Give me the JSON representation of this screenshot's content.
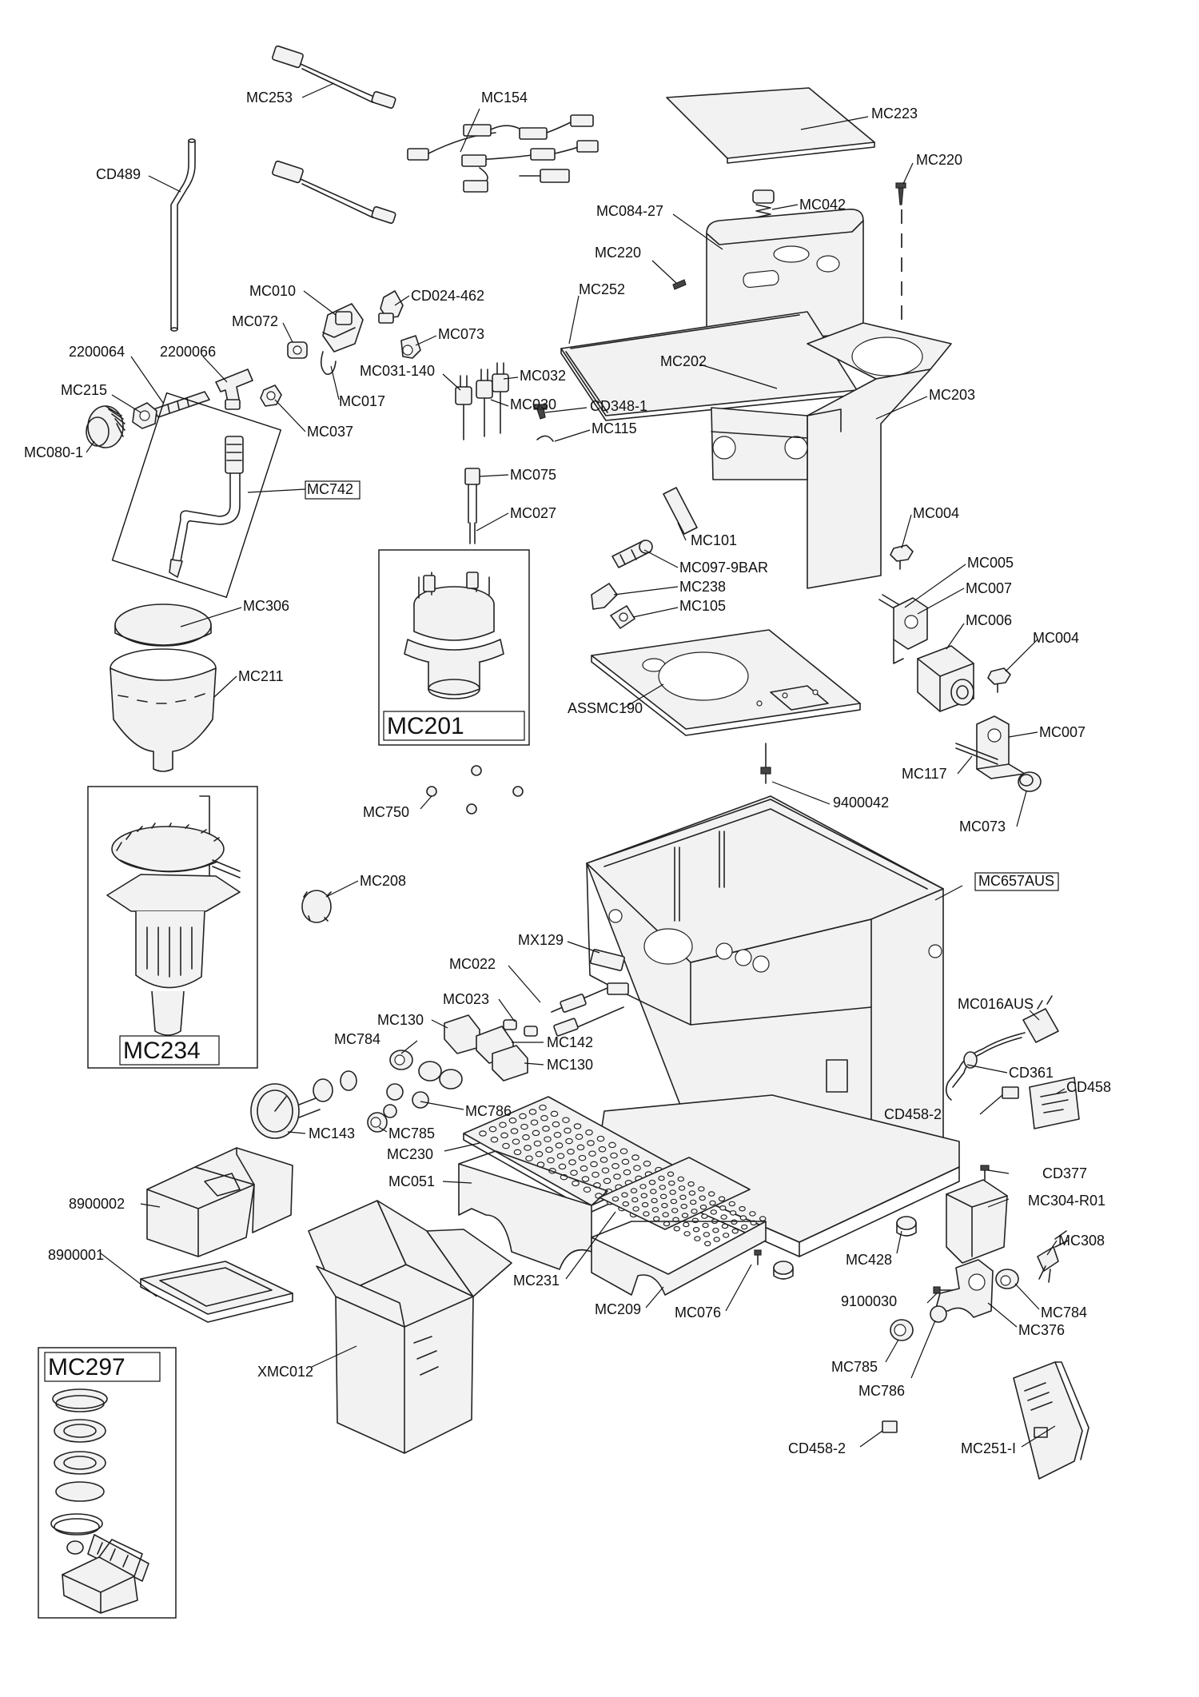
{
  "labels": [
    {
      "id": "MC253",
      "text": "MC253"
    },
    {
      "id": "MC154",
      "text": "MC154"
    },
    {
      "id": "MC223",
      "text": "MC223"
    },
    {
      "id": "MC220a",
      "text": "MC220"
    },
    {
      "id": "CD489",
      "text": "CD489"
    },
    {
      "id": "MC042",
      "text": "MC042"
    },
    {
      "id": "MC084-27",
      "text": "MC084-27"
    },
    {
      "id": "MC220b",
      "text": "MC220"
    },
    {
      "id": "MC252",
      "text": "MC252"
    },
    {
      "id": "MC010",
      "text": "MC010"
    },
    {
      "id": "CD024-462",
      "text": "CD024-462"
    },
    {
      "id": "MC072",
      "text": "MC072"
    },
    {
      "id": "MC073a",
      "text": "MC073"
    },
    {
      "id": "2200064",
      "text": "2200064"
    },
    {
      "id": "2200066",
      "text": "2200066"
    },
    {
      "id": "MC202",
      "text": "MC202"
    },
    {
      "id": "MC031-140",
      "text": "MC031-140"
    },
    {
      "id": "MC032",
      "text": "MC032"
    },
    {
      "id": "MC215",
      "text": "MC215"
    },
    {
      "id": "MC017",
      "text": "MC017"
    },
    {
      "id": "MC203",
      "text": "MC203"
    },
    {
      "id": "MC030",
      "text": "MC030"
    },
    {
      "id": "CD348-1",
      "text": "CD348-1"
    },
    {
      "id": "MC037",
      "text": "MC037"
    },
    {
      "id": "MC115",
      "text": "MC115"
    },
    {
      "id": "MC080-1",
      "text": "MC080-1"
    },
    {
      "id": "MC075",
      "text": "MC075"
    },
    {
      "id": "MC742",
      "text": "MC742"
    },
    {
      "id": "MC027",
      "text": "MC027"
    },
    {
      "id": "MC004a",
      "text": "MC004"
    },
    {
      "id": "MC101",
      "text": "MC101"
    },
    {
      "id": "MC005",
      "text": "MC005"
    },
    {
      "id": "MC097-9BAR",
      "text": "MC097-9BAR"
    },
    {
      "id": "MC238",
      "text": "MC238"
    },
    {
      "id": "MC007a",
      "text": "MC007"
    },
    {
      "id": "MC306",
      "text": "MC306"
    },
    {
      "id": "MC105",
      "text": "MC105"
    },
    {
      "id": "MC006",
      "text": "MC006"
    },
    {
      "id": "MC004b",
      "text": "MC004"
    },
    {
      "id": "MC211",
      "text": "MC211"
    },
    {
      "id": "MC201",
      "text": "MC201"
    },
    {
      "id": "ASSMC190",
      "text": "ASSMC190"
    },
    {
      "id": "MC007b",
      "text": "MC007"
    },
    {
      "id": "MC117",
      "text": "MC117"
    },
    {
      "id": "9400042",
      "text": "9400042"
    },
    {
      "id": "MC750",
      "text": "MC750"
    },
    {
      "id": "MC073b",
      "text": "MC073"
    },
    {
      "id": "MC208",
      "text": "MC208"
    },
    {
      "id": "MC657AUS",
      "text": "MC657AUS"
    },
    {
      "id": "MX129",
      "text": "MX129"
    },
    {
      "id": "MC022",
      "text": "MC022"
    },
    {
      "id": "MC023",
      "text": "MC023"
    },
    {
      "id": "MC016AUS",
      "text": "MC016AUS"
    },
    {
      "id": "MC130a",
      "text": "MC130"
    },
    {
      "id": "MC784a",
      "text": "MC784"
    },
    {
      "id": "MC142",
      "text": "MC142"
    },
    {
      "id": "MC130b",
      "text": "MC130"
    },
    {
      "id": "MC234",
      "text": "MC234"
    },
    {
      "id": "CD361",
      "text": "CD361"
    },
    {
      "id": "CD458",
      "text": "CD458"
    },
    {
      "id": "MC786a",
      "text": "MC786"
    },
    {
      "id": "CD458-2a",
      "text": "CD458-2"
    },
    {
      "id": "MC785a",
      "text": "MC785"
    },
    {
      "id": "MC143",
      "text": "MC143"
    },
    {
      "id": "MC230",
      "text": "MC230"
    },
    {
      "id": "MC051",
      "text": "MC051"
    },
    {
      "id": "CD377",
      "text": "CD377"
    },
    {
      "id": "8900002",
      "text": "8900002"
    },
    {
      "id": "MC304-R01",
      "text": "MC304-R01"
    },
    {
      "id": "MC308",
      "text": "MC308"
    },
    {
      "id": "8900001",
      "text": "8900001"
    },
    {
      "id": "MC428",
      "text": "MC428"
    },
    {
      "id": "MC231",
      "text": "MC231"
    },
    {
      "id": "9100030",
      "text": "9100030"
    },
    {
      "id": "MC784b",
      "text": "MC784"
    },
    {
      "id": "MC209",
      "text": "MC209"
    },
    {
      "id": "MC076",
      "text": "MC076"
    },
    {
      "id": "MC376",
      "text": "MC376"
    },
    {
      "id": "XMC012",
      "text": "XMC012"
    },
    {
      "id": "MC297",
      "text": "MC297"
    },
    {
      "id": "MC785b",
      "text": "MC785"
    },
    {
      "id": "MC786b",
      "text": "MC786"
    },
    {
      "id": "CD458-2b",
      "text": "CD458-2"
    },
    {
      "id": "MC251-I",
      "text": "MC251-I"
    }
  ]
}
